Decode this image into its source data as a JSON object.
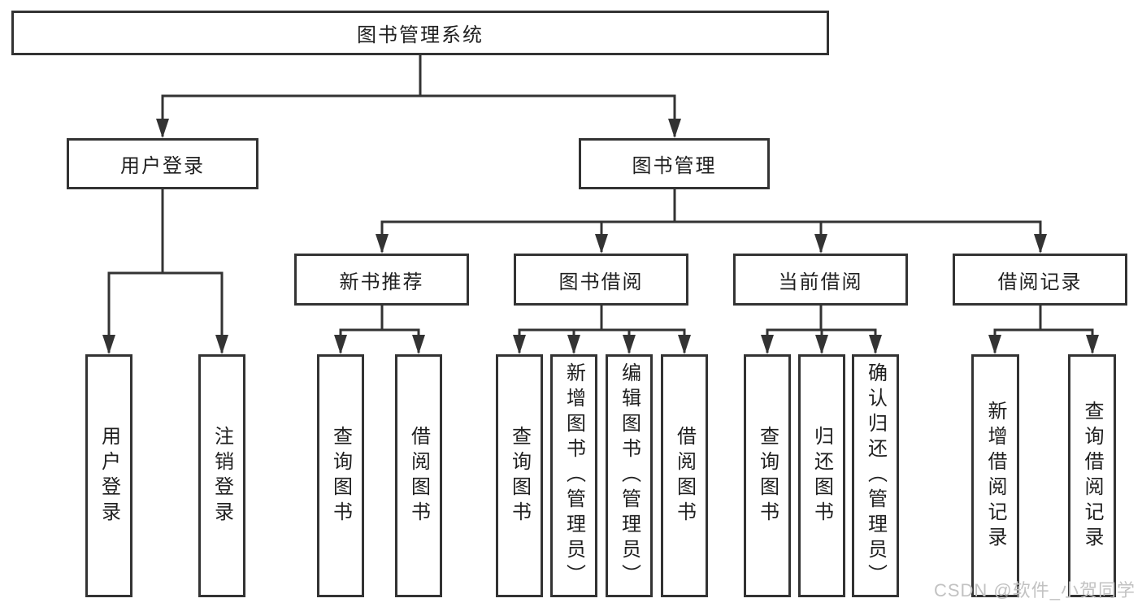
{
  "diagram": {
    "root": {
      "label": "图书管理系统"
    },
    "user_login": {
      "label": "用户登录",
      "children": [
        {
          "label": "用户登录"
        },
        {
          "label": "注销登录"
        }
      ]
    },
    "book_management": {
      "label": "图书管理",
      "sections": [
        {
          "label": "新书推荐",
          "children": [
            {
              "label": "查询图书"
            },
            {
              "label": "借阅图书"
            }
          ]
        },
        {
          "label": "图书借阅",
          "children": [
            {
              "label": "查询图书"
            },
            {
              "label": "新增图书（管理员）"
            },
            {
              "label": "编辑图书（管理员）"
            },
            {
              "label": "借阅图书"
            }
          ]
        },
        {
          "label": "当前借阅",
          "children": [
            {
              "label": "查询图书"
            },
            {
              "label": "归还图书"
            },
            {
              "label": "确认归还（管理员）"
            }
          ]
        },
        {
          "label": "借阅记录",
          "children": [
            {
              "label": "新增借阅记录"
            },
            {
              "label": "查询借阅记录"
            }
          ]
        }
      ]
    }
  },
  "watermark": {
    "text": "CSDN @软件_小贺同学"
  },
  "colors": {
    "line": "#333333",
    "text": "#1f1f1f",
    "watermark": "#c2c2c2",
    "background": "#ffffff"
  }
}
